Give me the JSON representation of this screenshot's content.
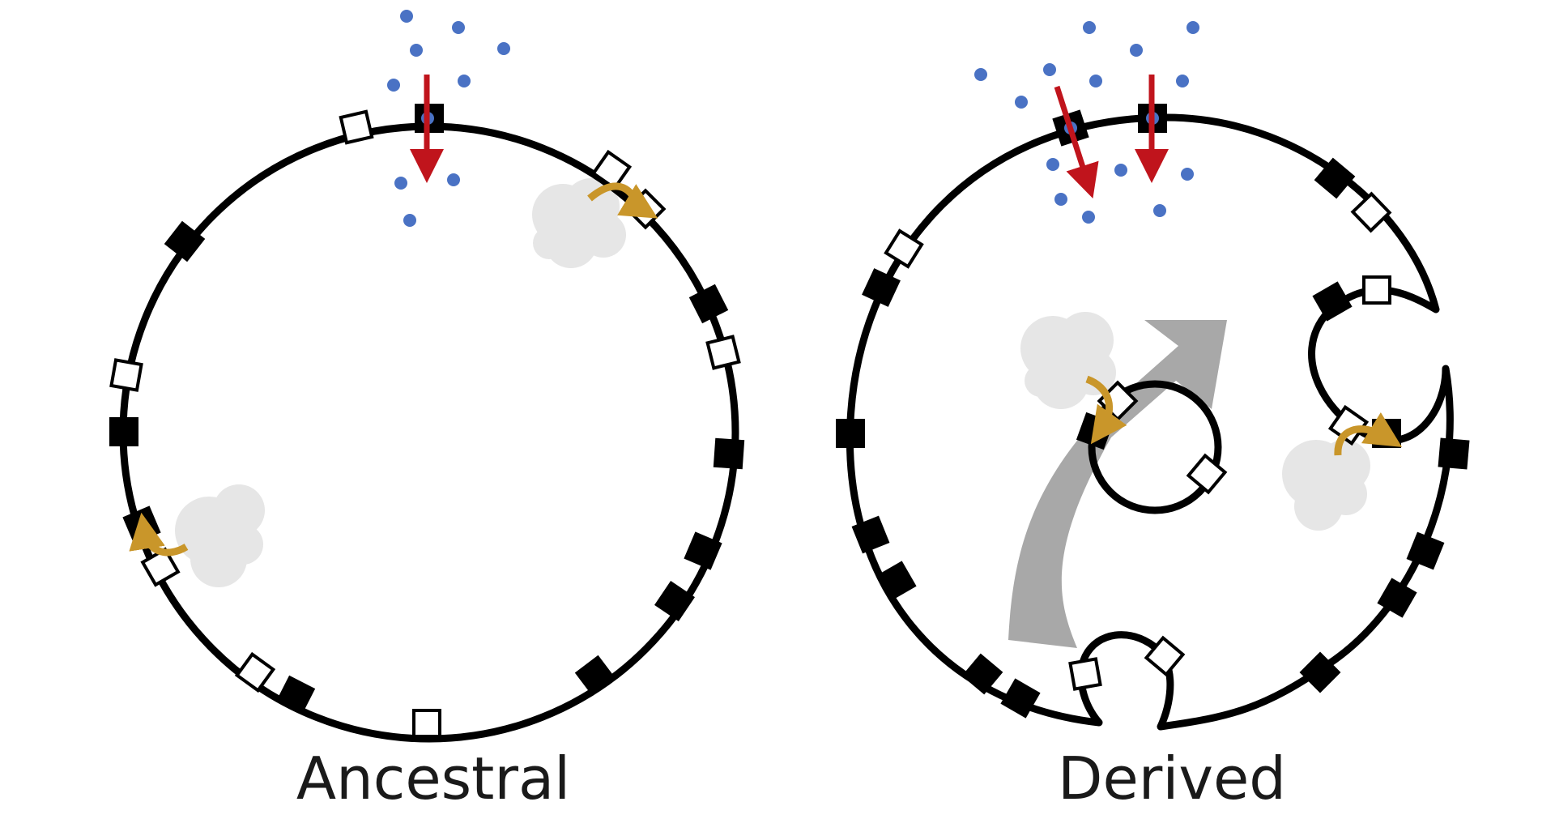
{
  "panels": [
    {
      "id": "ancestral",
      "caption": "Ancestral"
    },
    {
      "id": "derived",
      "caption": "Derived"
    }
  ],
  "colors": {
    "membrane": "#000000",
    "background": "#ffffff",
    "transporter_active": "#000000",
    "transporter_inactive": "#ffffff",
    "molecule": "#4a72c4",
    "uptake_arrow": "#c0141c",
    "secretion_arrow": "#c9962a",
    "cloud": "#e6e6e6",
    "transition_arrow": "#a8a8a8",
    "caption_text": "#1a1a1a"
  }
}
